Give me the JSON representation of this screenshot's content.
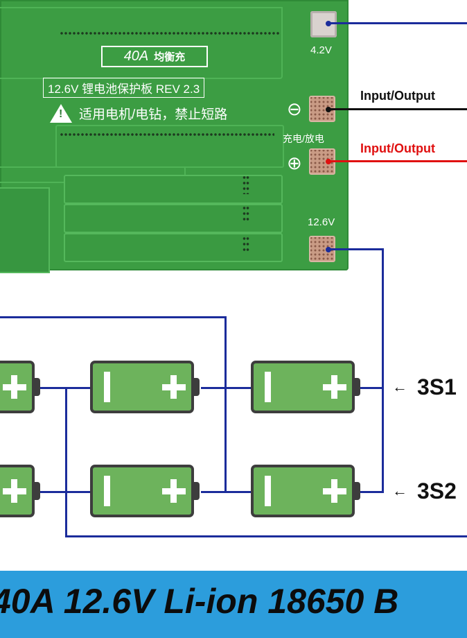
{
  "board": {
    "model_badge": "40A",
    "model_badge_cn": "均衡充",
    "title": "12.6V 锂电池保护板 REV 2.3",
    "warning_icon": "warning-triangle-icon",
    "warning_text": "适用电机/电钻，禁止短路",
    "terminal_top_label": "4.2V",
    "terminal_mid_label": "充电/放电",
    "terminal_bottom_label": "12.6V",
    "minus_symbol": "⊖",
    "plus_symbol": "⊕"
  },
  "io": {
    "negative_label": "Input/Output",
    "positive_label": "Input/Output"
  },
  "series_labels": {
    "row1": "3S1",
    "row2": "3S2",
    "arrow_glyph": "←"
  },
  "banner": {
    "text": "40A 12.6V Li-ion 18650 B"
  },
  "colors": {
    "wire_blue": "#1b2c9b",
    "wire_red": "#e01010",
    "wire_black": "#101010",
    "cell_green": "#6db35c",
    "pcb_green": "#3c9d43",
    "banner_blue": "#2c9ddc",
    "positive_label": "#e01010"
  }
}
